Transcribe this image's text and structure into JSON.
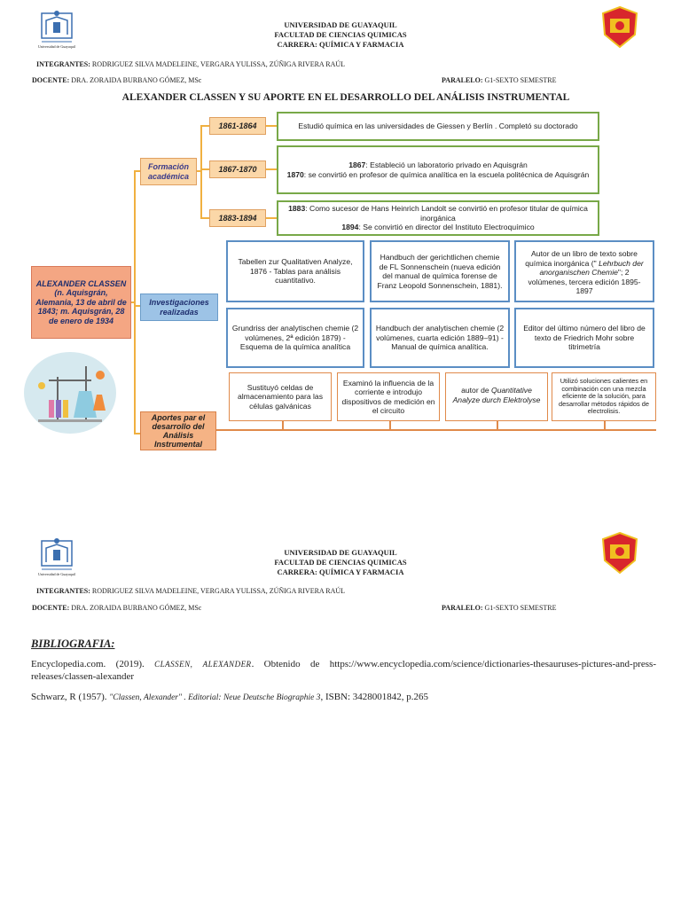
{
  "header": {
    "university": "UNIVERSIDAD DE GUAYAQUIL",
    "faculty": "FACULTAD DE CIENCIAS QUIMICAS",
    "career": "CARRERA: QUÍMICA Y FARMACIA",
    "members_label": "INTEGRANTES:",
    "members": "RODRIGUEZ SILVA MADELEINE, VERGARA YULISSA, ZÚÑIGA RIVERA RAÚL",
    "teacher_label": "DOCENTE:",
    "teacher": "DRA. ZORAIDA BURBANO GÓMEZ, MSc",
    "parallel_label": "PARALELO:",
    "parallel": "G1-SEXTO SEMESTRE",
    "logo_caption": "Universidad de Guayaquil"
  },
  "title": "ALEXANDER CLASSEN Y SU APORTE EN EL DESARROLLO DEL ANÁLISIS INSTRUMENTAL",
  "main_node": {
    "name": "ALEXANDER CLASSEN",
    "details": "(n. Aquisgrán, Alemania, 13 de abril de 1843; m. Aquisgrán, 28 de enero de 1934"
  },
  "categories": {
    "formacion": "Formación académica",
    "investigaciones": "Investigaciones realizadas",
    "aportes": "Aportes par el desarrollo del Análisis Instrumental"
  },
  "timeline": [
    {
      "date": "1861-1864",
      "text": "Estudió química en las universidades de Giessen y Berlín . Completó su doctorado"
    },
    {
      "date": "1867-1870",
      "y1": "1867",
      "t1": ": Estableció un laboratorio privado en Aquisgrán",
      "y2": "1870",
      "t2": ": se convirtió en profesor de química analítica en la escuela politécnica de Aquisgrán"
    },
    {
      "date": "1883-1894",
      "y1": "1883",
      "t1": ": Como sucesor de Hans Heinrich Landolt se convirtió en profesor titular de química inorgánica",
      "y2": "1894",
      "t2": ": Se convirtió en director del Instituto Electroquímico"
    }
  ],
  "investigations": [
    "Tabellen zur Qualitativen Analyze, 1876 - Tablas para análisis cuantitativo.",
    "Handbuch der gerichtlichen chemie de FL Sonnenschein (nueva edición del manual de química forense de Franz Leopold Sonnenschein, 1881).",
    "Grundriss der analytischen chemie (2 volúmenes, 2ª edición 1879) - Esquema de la química analítica",
    "Handbuch der analytischen chemie (2 volúmenes, cuarta edición 1889–91) - Manual de química analítica.",
    "Editor del último número del libro de texto de Friedrich Mohr sobre titrimetría"
  ],
  "investigation_book": {
    "pre": "Autor de un libro de texto sobre química inorgánica (\" ",
    "italic": "Lehrbuch der anorganischen Chemie",
    "post": "\"; 2 volúmenes, tercera edición 1895-1897"
  },
  "contributions": {
    "c1": "Sustituyó celdas de almacenamiento para las células galvánicas",
    "c2": "Examinó la influencia de la corriente e introdujo dispositivos de medición en el circuito",
    "c3_pre": "autor de ",
    "c3_italic": "Quantitative Analyze durch Elektrolyse",
    "c4": "Utilizó soluciones calientes en combinación con una mezcla eficiente de la solución, para desarrollar métodos rápidos de electrolisis."
  },
  "bibliography": {
    "heading": "BIBLIOGRAFIA:",
    "ref1_pre": "Encyclopedia.com. (2019). ",
    "ref1_italic": "CLASSEN, ALEXANDER",
    "ref1_post": ". Obtenido de https://www.encyclopedia.com/science/dictionaries-thesauruses-pictures-and-press-releases/classen-alexander",
    "ref2_pre": "Schwarz, R (1957). ",
    "ref2_italic": "\"Classen, Alexander\" . Editorial: Neue Deutsche Biographie 3",
    "ref2_post": ", ISBN: 3428001842, p.265"
  },
  "colors": {
    "green_border": "#78a848",
    "blue_border": "#5b8ec4",
    "orange_line": "#e08a4a",
    "yellow_line": "#f0b040"
  }
}
